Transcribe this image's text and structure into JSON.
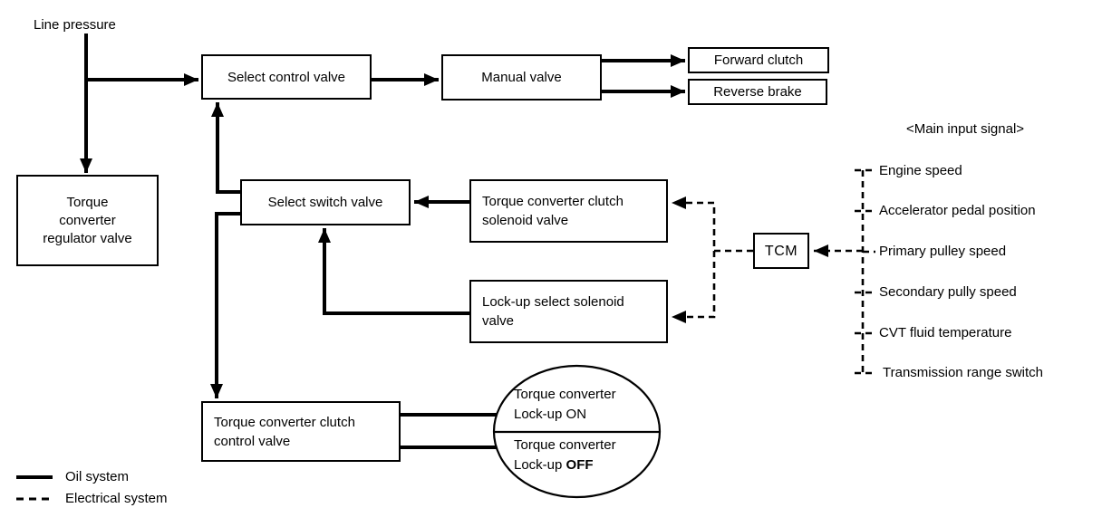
{
  "labels": {
    "line_pressure": "Line pressure"
  },
  "boxes": {
    "select_control_valve": "Select control valve",
    "manual_valve": "Manual valve",
    "forward_clutch": "Forward clutch",
    "reverse_brake": "Reverse brake",
    "torque_converter_regulator_valve": "Torque\nconverter\nregulator valve",
    "select_switch_valve": "Select switch valve",
    "torque_converter_clutch_solenoid_valve": "Torque converter clutch\nsolenoid valve",
    "lockup_select_solenoid_valve": "Lock-up select solenoid\nvalve",
    "tcm": "TCM",
    "torque_converter_clutch_control_valve": "Torque converter clutch\ncontrol valve"
  },
  "ellipse": {
    "top_line1": "Torque converter",
    "top_line2_prefix": "Lock-up ",
    "top_line2_state": "ON",
    "bottom_line1": "Torque converter",
    "bottom_line2_prefix": "Lock-up ",
    "bottom_line2_state": "OFF"
  },
  "main_input_signal": {
    "header": "<Main input signal>",
    "items": [
      "Engine speed",
      "Accelerator pedal position",
      "Primary pulley speed",
      "Secondary pully speed",
      "CVT fluid temperature",
      "Transmission range switch"
    ]
  },
  "legend": {
    "oil": "Oil system",
    "electrical": "Electrical system"
  },
  "colors": {
    "line": "#000000",
    "background": "#ffffff"
  }
}
